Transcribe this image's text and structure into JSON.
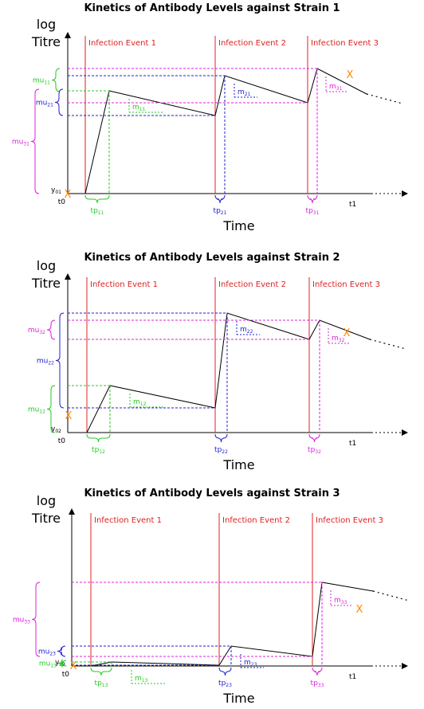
{
  "panels": [
    {
      "title": "Kinetics of Antibody Levels against Strain 1",
      "ylabel_line1": "log",
      "ylabel_line2": "Titre",
      "xlabel": "Time",
      "events": [
        "Infection Event 1",
        "Infection Event 2",
        "Infection Event 3"
      ],
      "t0": "t0",
      "t1": "t1",
      "y0": "y01",
      "mu_labels": [
        "mu11",
        "mu21",
        "mu31"
      ],
      "m_labels": [
        "m11",
        "m21",
        "m31"
      ],
      "tp_labels": [
        "tp11",
        "tp21",
        "tp31"
      ],
      "cross": "X"
    },
    {
      "title": "Kinetics of Antibody Levels against Strain 2",
      "ylabel_line1": "log",
      "ylabel_line2": "Titre",
      "xlabel": "Time",
      "events": [
        "Infection Event 1",
        "Infection Event 2",
        "Infection Event 3"
      ],
      "t0": "t0",
      "t1": "t1",
      "y0": "y02",
      "mu_labels": [
        "mu12",
        "mu22",
        "mu32"
      ],
      "m_labels": [
        "m12",
        "m22",
        "m32"
      ],
      "tp_labels": [
        "tp12",
        "tp22",
        "tp32"
      ],
      "cross": "X"
    },
    {
      "title": "Kinetics of Antibody Levels against Strain 3",
      "ylabel_line1": "log",
      "ylabel_line2": "Titre",
      "xlabel": "Time",
      "events": [
        "Infection Event 1",
        "Infection Event 2",
        "Infection Event 3"
      ],
      "t0": "t0",
      "t1": "t1",
      "y0": "y03",
      "mu_labels": [
        "mu13",
        "mu23",
        "mu33"
      ],
      "m_labels": [
        "m13",
        "m23",
        "m33"
      ],
      "tp_labels": [
        "tp13",
        "tp23",
        "tp33"
      ],
      "cross": "X"
    }
  ],
  "colors": {
    "event": "#e02020",
    "green": "#22cc22",
    "blue": "#2222cc",
    "magenta": "#dd22dd",
    "cross": "#ff8800",
    "line": "#000000"
  }
}
